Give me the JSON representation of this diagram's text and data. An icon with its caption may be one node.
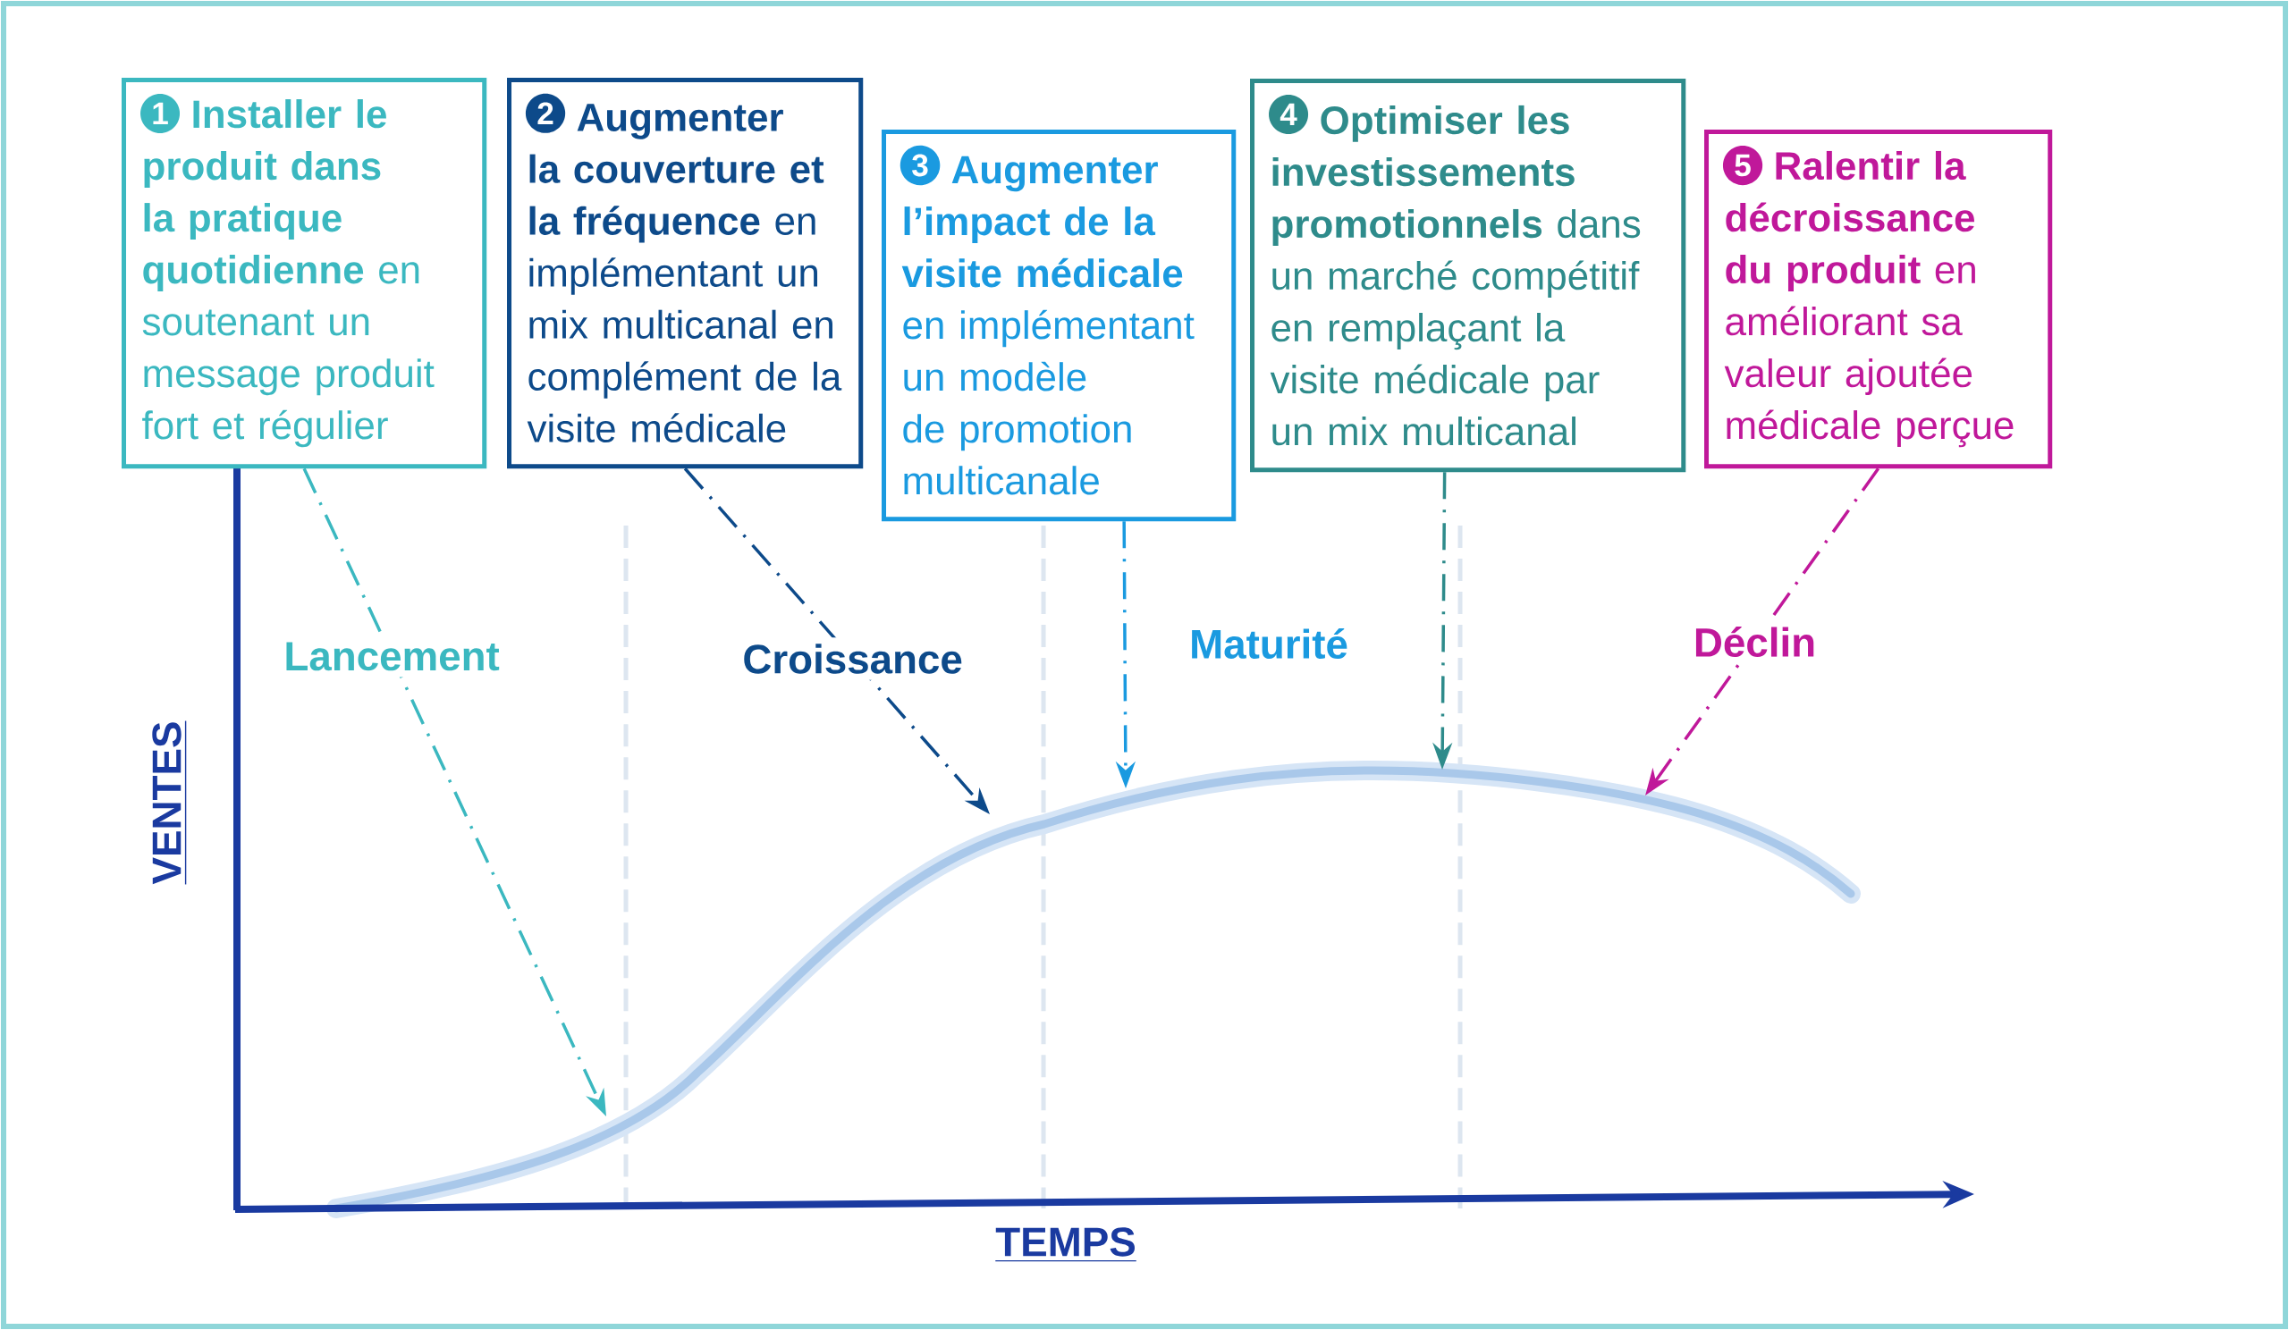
{
  "diagram": {
    "nodes": [
      {
        "text": [
          "1",
          "**Installer le produit dans la pratique quotidienne** en soutenant un message produit fort et régulier"
        ]
      },
      {
        "text": [
          "2",
          "**Augmenter la couverture et la fréquence** en implémentant un mix multicanal en complément de la visite médicale"
        ]
      },
      {
        "text": [
          "3",
          "**Augmenter l’impact de la visite médicale** en implémentant un modèle de promotion multicanale"
        ]
      },
      {
        "text": [
          "4",
          "**Optimiser les investissements promotionnels** dans un marché compétitif en remplaçant la visite médicale par un mix multicanal"
        ]
      },
      {
        "text": [
          "5",
          "**Ralentir la décroissance du produit** en améliorant sa valeur ajoutée médicale perçue"
        ]
      }
    ],
    "edges": [
      {
        "from": 0,
        "to": null,
        "arrow": "to",
        "label": "Lancement",
        "style": "dashed",
        "color": "#3bb8c0"
      },
      {
        "from": 1,
        "to": null,
        "arrow": "to",
        "label": "Croissance",
        "style": "dashed",
        "color": "#0d4a8a"
      },
      {
        "from": 2,
        "to": null,
        "arrow": "to",
        "style": "dashed",
        "color": "#1a9ae0"
      },
      {
        "from": 3,
        "to": null,
        "arrow": "to",
        "style": "dashed",
        "color": "#2e8b8b"
      },
      {
        "from": 4,
        "to": null,
        "arrow": "to",
        "label": "Déclin",
        "style": "dashed",
        "color": "#c0189a"
      }
    ],
    "labels": [
      "Maturité",
      "VENTES",
      "TEMPS"
    ]
  }
}
